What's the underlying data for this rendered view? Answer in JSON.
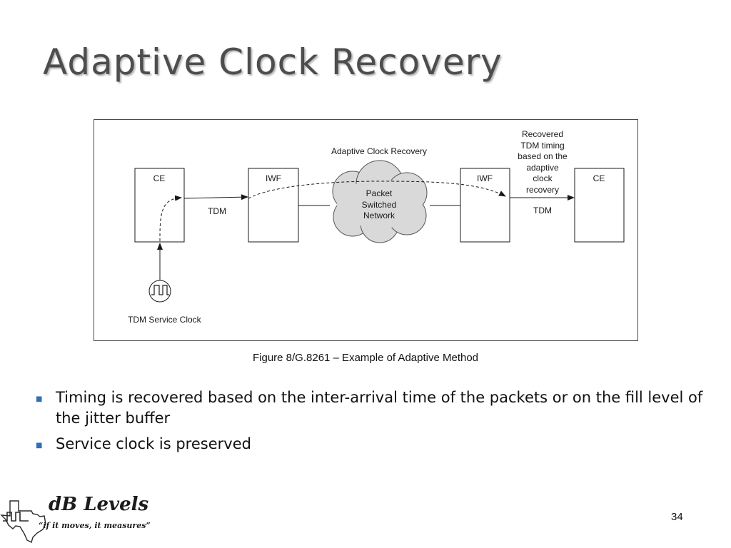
{
  "slide": {
    "title": "Adaptive Clock Recovery",
    "page_number": "34"
  },
  "diagram": {
    "heading": "Adaptive Clock Recovery",
    "left_ce": "CE",
    "left_iwf": "IWF",
    "right_iwf": "IWF",
    "right_ce": "CE",
    "network_lines": [
      "Packet",
      "Switched",
      "Network"
    ],
    "left_tdm": "TDM",
    "right_tdm": "TDM",
    "recovered_lines": [
      "Recovered",
      "TDM timing",
      "based on the",
      "adaptive",
      "clock",
      "recovery"
    ],
    "service_clock": "TDM Service Clock"
  },
  "caption": "Figure 8/G.8261 – Example of Adaptive Method",
  "bullets": [
    "Timing is recovered based on the inter-arrival time of the packets or on the fill level of the jitter buffer",
    "Service clock is preserved"
  ],
  "logo": {
    "name": "dB Levels",
    "tagline": "“if it moves, it measures”"
  },
  "colors": {
    "title": "#4d4d4d",
    "bullet_marker": "#2f6fb7",
    "cloud_fill": "#d9d9d9"
  }
}
